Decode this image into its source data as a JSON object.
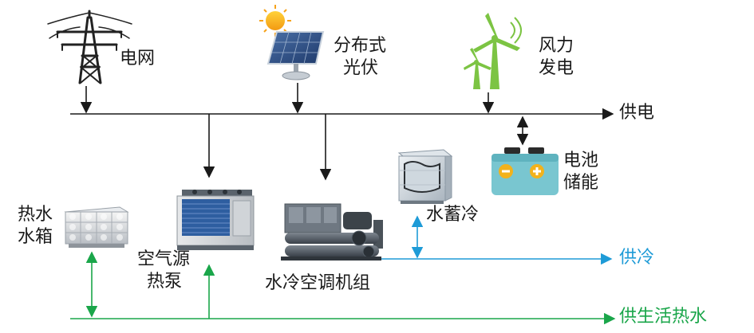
{
  "labels": {
    "grid": "电网",
    "pv_line1": "分布式",
    "pv_line2": "光伏",
    "wind_line1": "风力",
    "wind_line2": "发电",
    "power_supply": "供电",
    "battery_line1": "电池",
    "battery_line2": "储能",
    "tank_line1": "热水",
    "tank_line2": "水箱",
    "heatpump_line1": "空气源",
    "heatpump_line2": "热泵",
    "chiller": "水冷空调机组",
    "ice_storage": "水蓄冷",
    "cooling_supply": "供冷",
    "hotwater_supply": "供生活热水"
  },
  "colors": {
    "power_line": "#1a1a1a",
    "cooling_line": "#1e9bd7",
    "hotwater_line": "#1aa64a"
  },
  "icons": [
    "transmission-tower-icon",
    "solar-panel-icon",
    "wind-turbine-icon",
    "battery-icon",
    "water-tank-icon",
    "air-source-heat-pump-icon",
    "water-chiller-icon",
    "cold-storage-tank-icon"
  ]
}
